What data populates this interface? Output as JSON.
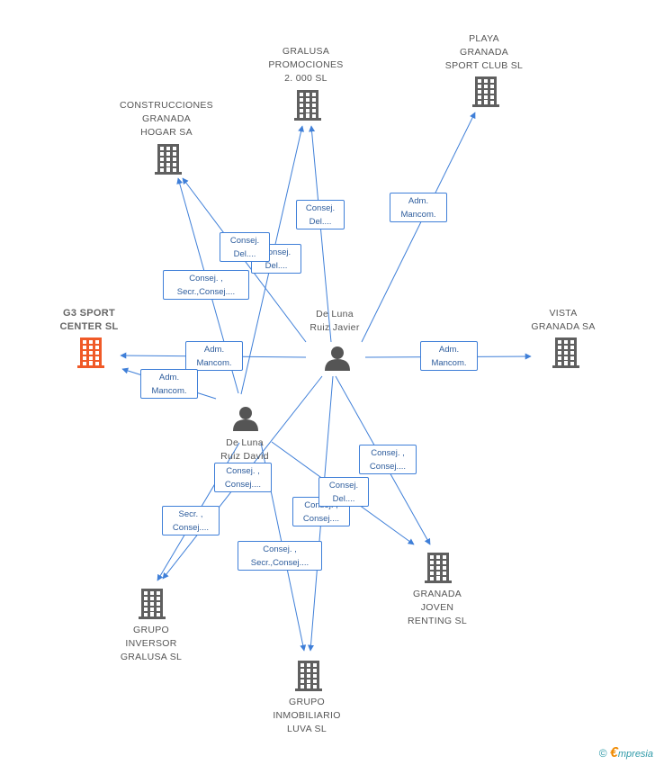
{
  "colors": {
    "edge": "#3f7fd8",
    "building": "#5f5f5f",
    "main_building": "#f05a28",
    "person": "#555555"
  },
  "nodes": {
    "gralusa_promociones": {
      "type": "company",
      "lines": [
        "GRALUSA",
        "PROMOCIONES",
        "2. 000 SL"
      ]
    },
    "playa_granada": {
      "type": "company",
      "lines": [
        "PLAYA",
        "GRANADA",
        "SPORT CLUB SL"
      ]
    },
    "construcciones_granada": {
      "type": "company",
      "lines": [
        "CONSTRUCCIONES",
        "GRANADA",
        "HOGAR SA"
      ]
    },
    "g3_sport": {
      "type": "company",
      "main": true,
      "lines": [
        "G3 SPORT",
        "CENTER SL"
      ]
    },
    "vista_granada": {
      "type": "company",
      "lines": [
        "VISTA",
        "GRANADA SA"
      ]
    },
    "de_luna_javier": {
      "type": "person",
      "lines": [
        "De Luna",
        "Ruiz Javier"
      ]
    },
    "de_luna_david": {
      "type": "person",
      "lines": [
        "De Luna",
        "Ruiz David"
      ]
    },
    "granada_joven": {
      "type": "company",
      "lines": [
        "GRANADA",
        "JOVEN",
        "RENTING SL"
      ]
    },
    "grupo_inversor": {
      "type": "company",
      "lines": [
        "GRUPO",
        "INVERSOR",
        "GRALUSA SL"
      ]
    },
    "grupo_inmobiliario": {
      "type": "company",
      "lines": [
        "GRUPO",
        "INMOBILIARIO",
        "LUVA SL"
      ]
    }
  },
  "edges": [
    {
      "from": "de_luna_javier",
      "to": "gralusa_promociones",
      "label": [
        "Consej.",
        "Del...."
      ]
    },
    {
      "from": "de_luna_david",
      "to": "gralusa_promociones",
      "label": [
        "Consej.",
        "Del...."
      ]
    },
    {
      "from": "de_luna_javier",
      "to": "playa_granada",
      "label": [
        "Adm.",
        "Mancom."
      ]
    },
    {
      "from": "de_luna_javier",
      "to": "construcciones_granada",
      "label": [
        "Consej.",
        "Del...."
      ]
    },
    {
      "from": "de_luna_david",
      "to": "construcciones_granada",
      "label": [
        "Consej. ,",
        "Secr.,Consej...."
      ]
    },
    {
      "from": "de_luna_javier",
      "to": "g3_sport",
      "label": [
        "Adm.",
        "Mancom."
      ]
    },
    {
      "from": "de_luna_david",
      "to": "g3_sport",
      "label": [
        "Adm.",
        "Mancom."
      ]
    },
    {
      "from": "de_luna_javier",
      "to": "vista_granada",
      "label": [
        "Adm.",
        "Mancom."
      ]
    },
    {
      "from": "de_luna_javier",
      "to": "granada_joven",
      "label": [
        "Consej. ,",
        "Consej...."
      ]
    },
    {
      "from": "de_luna_david",
      "to": "granada_joven",
      "label": [
        "Consej. ,",
        "Consej...."
      ]
    },
    {
      "from": "de_luna_javier",
      "to": "grupo_inversor",
      "label": [
        "Consej. ,",
        "Consej...."
      ]
    },
    {
      "from": "de_luna_david",
      "to": "grupo_inversor",
      "label": [
        "Secr. ,",
        "Consej...."
      ]
    },
    {
      "from": "de_luna_javier",
      "to": "grupo_inmobiliario",
      "label": [
        "Consej.",
        "Del...."
      ]
    },
    {
      "from": "de_luna_david",
      "to": "grupo_inmobiliario",
      "label": [
        "Consej. ,",
        "Secr.,Consej...."
      ]
    }
  ],
  "footer": {
    "copyright": "©",
    "brand_initial": "€",
    "brand_rest": "mpresia"
  }
}
